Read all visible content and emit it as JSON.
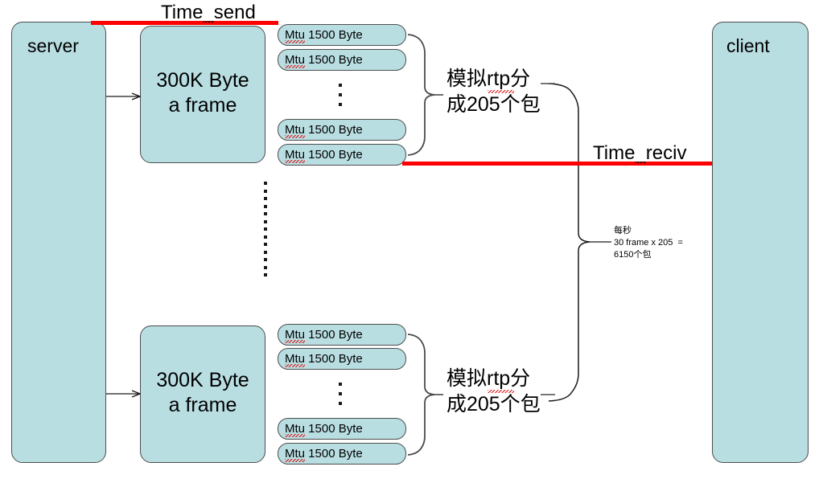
{
  "diagram": {
    "title": "RTP packetization timing diagram",
    "colors": {
      "node_fill": "#b9dee2",
      "node_stroke": "#4d4d4d",
      "timeline": "#ff0000",
      "connector": "#404040",
      "text": "#000000"
    }
  },
  "endpoints": {
    "server": "server",
    "client": "client"
  },
  "timelines": {
    "send": "Time_send",
    "receive": "Time_reciv"
  },
  "frames": [
    {
      "label": "300K Byte\na frame",
      "packets": [
        "Mtu 1500 Byte",
        "Mtu 1500 Byte",
        "Mtu 1500 Byte",
        "Mtu 1500 Byte"
      ],
      "ellipsis": "⋮",
      "annotation": "模拟rtp分\n成205个包"
    },
    {
      "label": "300K Byte\na frame",
      "packets": [
        "Mtu 1500 Byte",
        "Mtu 1500 Byte",
        "Mtu 1500 Byte",
        "Mtu 1500 Byte"
      ],
      "ellipsis": "⋮",
      "annotation": "模拟rtp分\n成205个包"
    }
  ],
  "summary": {
    "line1": "每秒",
    "line2": "30 frame x 205  =",
    "line3": "6150个包"
  }
}
